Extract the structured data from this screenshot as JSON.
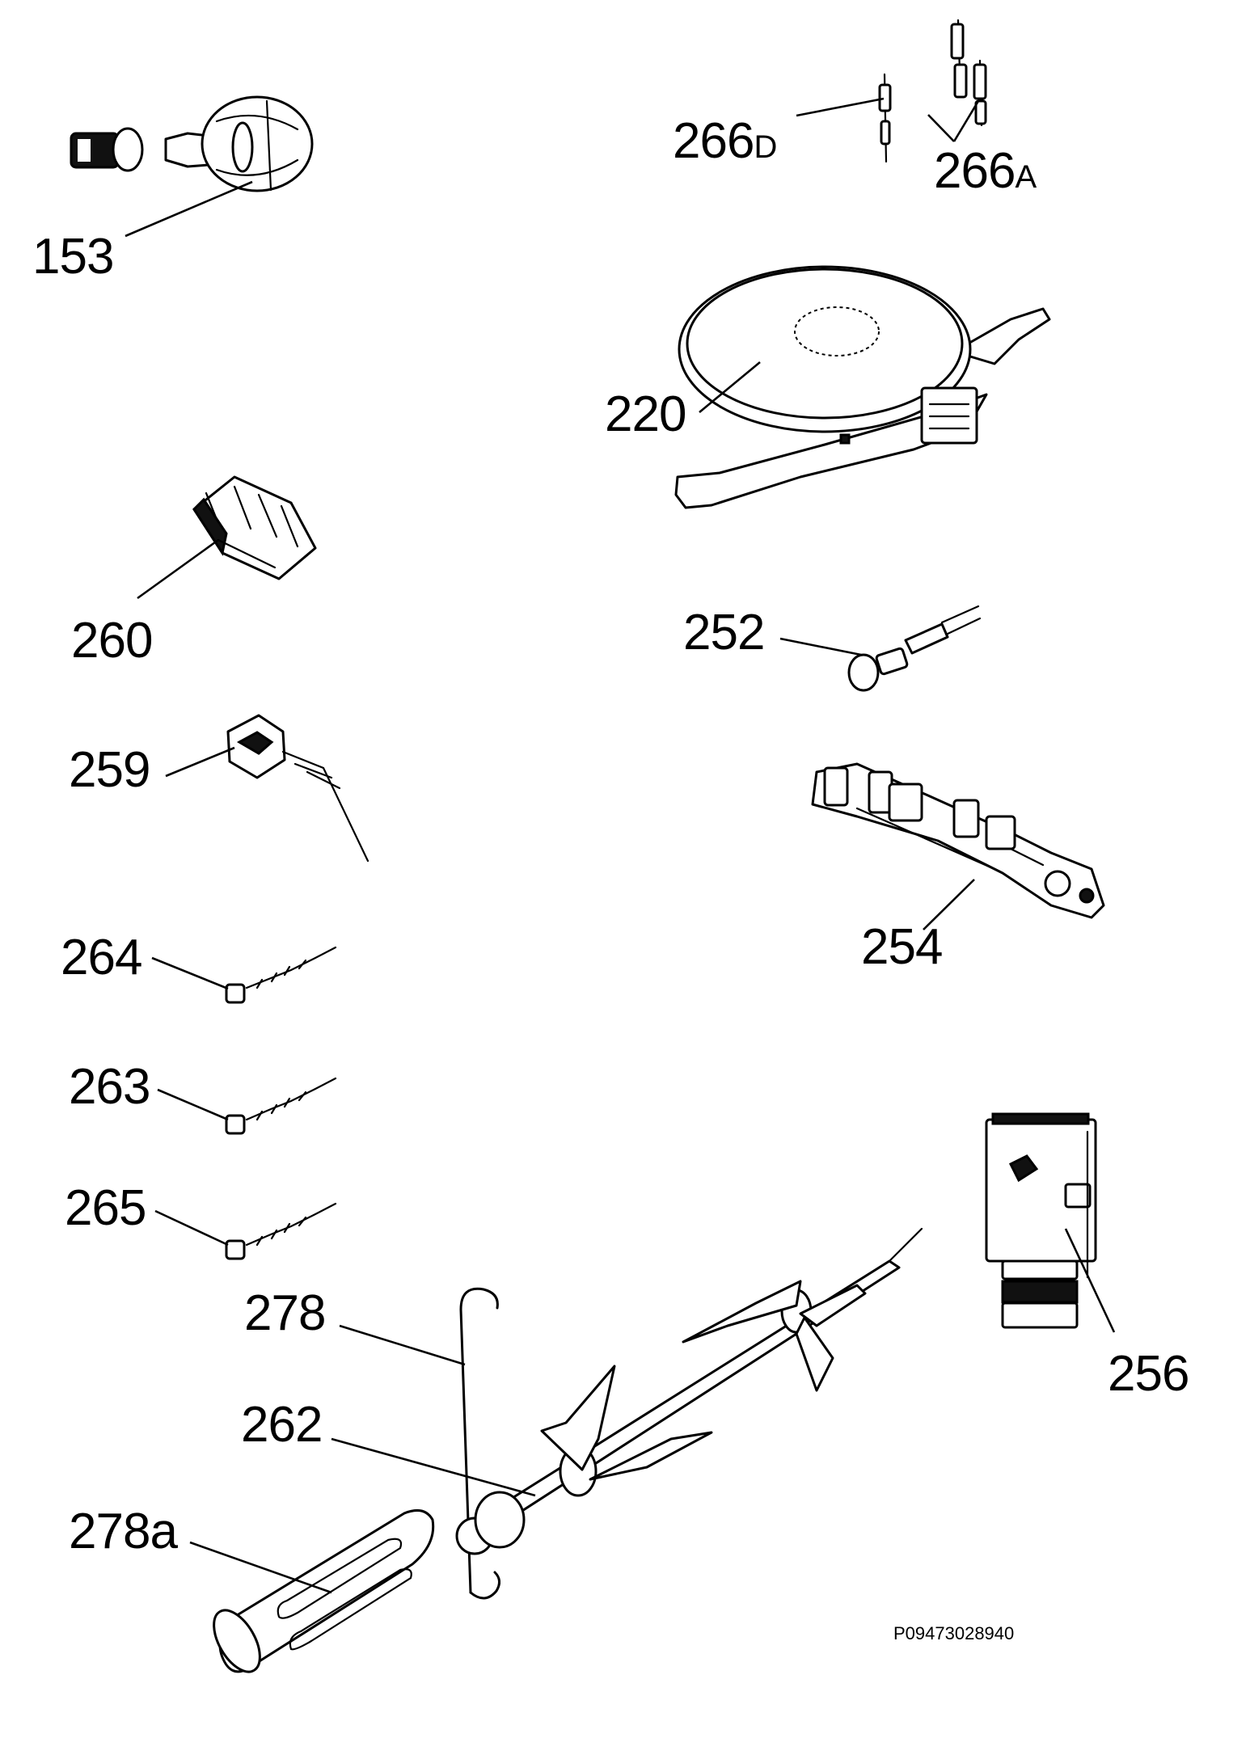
{
  "diagram": {
    "callouts": {
      "c153": "153",
      "c266d_num": "266",
      "c266d_suf": "D",
      "c266a_num": "266",
      "c266a_suf": "A",
      "c220": "220",
      "c260": "260",
      "c252": "252",
      "c259": "259",
      "c254": "254",
      "c264": "264",
      "c263": "263",
      "c265": "265",
      "c278": "278",
      "c256": "256",
      "c262": "262",
      "c278a": "278a"
    },
    "reference": "P09473028940"
  }
}
